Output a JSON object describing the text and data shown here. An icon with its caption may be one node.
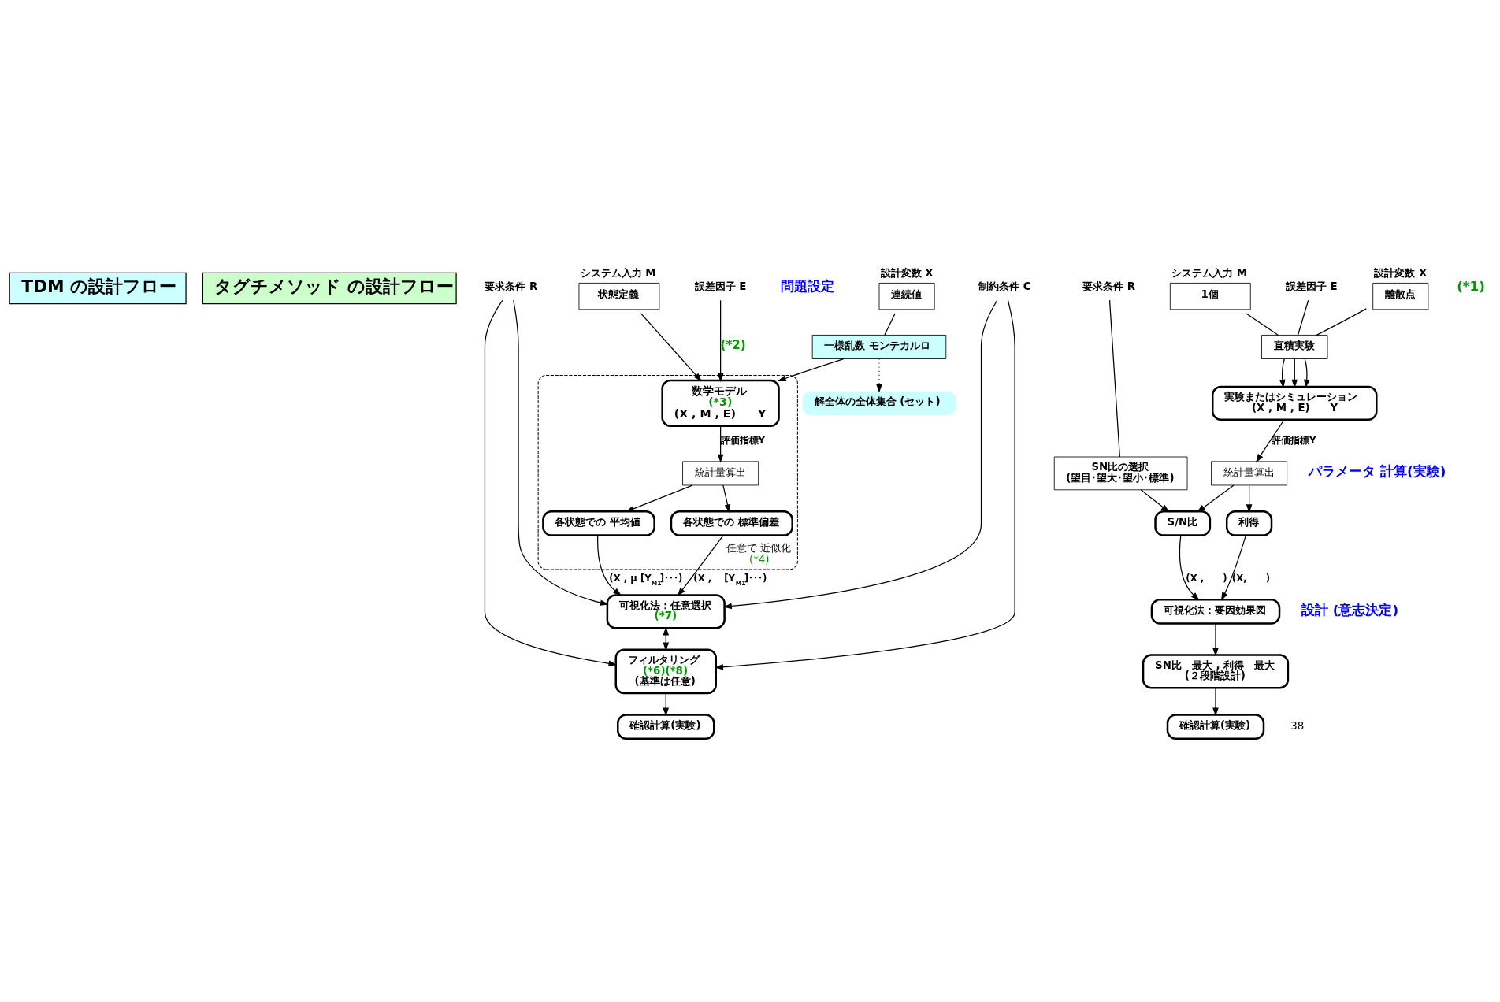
{
  "diagram": {
    "nodes": [
      {
        "text": [
          "TDM の設計フロー"
        ]
      },
      {
        "text": [
          "タグチメソッド の設計フロー"
        ]
      },
      {
        "text": [
          "設計変数 X",
          "連続値"
        ]
      },
      {
        "text": [
          "システム入力 M",
          "状態定義"
        ]
      },
      {
        "text": [
          "誤差因子 E"
        ]
      },
      {
        "text": [
          "要求条件 R"
        ]
      },
      {
        "text": [
          "制約条件 C"
        ]
      },
      {
        "text": [
          "一様乱数 モンテカルロ"
        ]
      },
      {
        "text": [
          "任意で 近似化",
          "(*4)"
        ]
      },
      {
        "text": [
          "数学モデル",
          "(*3)",
          "(X , M , E)　　Y"
        ],
        "in": 8
      },
      {
        "text": [
          "統計量算出"
        ],
        "in": 8
      },
      {
        "text": [
          "各状態での 平均値"
        ],
        "in": 8
      },
      {
        "text": [
          "各状態での 標準偏差"
        ],
        "in": 8
      },
      {
        "text": [
          "解全体の全体集合 (セット)"
        ]
      },
      {
        "text": [
          "可視化法：任意選択",
          "(*7)"
        ]
      },
      {
        "text": [
          "フィルタリング",
          "(*6)(*8)",
          "(基準は任意)"
        ]
      },
      {
        "text": [
          "確認計算(実験)"
        ]
      },
      {
        "text": [
          "設計変数 X",
          "離散点"
        ]
      },
      {
        "text": [
          "システム入力 M",
          "1個"
        ]
      },
      {
        "text": [
          "誤差因子 E"
        ]
      },
      {
        "text": [
          "要求条件 R"
        ]
      },
      {
        "text": [
          "直積実験"
        ]
      },
      {
        "text": [
          "実験またはシミュレーション",
          "(X , M , E)　　Y"
        ]
      },
      {
        "text": [
          "統計量算出"
        ]
      },
      {
        "text": [
          "利得"
        ]
      },
      {
        "text": [
          "S/N比"
        ]
      },
      {
        "text": [
          "SN比の選択",
          "(望目･望大･望小･標準)"
        ]
      },
      {
        "text": [
          "可視化法：要因効果図"
        ]
      },
      {
        "text": [
          "SN比　最大 , 利得　最大",
          "(２段階設計)"
        ]
      },
      {
        "text": [
          "確認計算(実験)"
        ]
      }
    ],
    "edges": [
      {
        "from": 2,
        "to": 7,
        "arrow": "none"
      },
      {
        "from": 7,
        "to": 9,
        "arrow": "to"
      },
      {
        "from": 3,
        "to": 9,
        "arrow": "to"
      },
      {
        "from": 4,
        "to": 9,
        "arrow": "to",
        "label": "(*2)"
      },
      {
        "from": 9,
        "to": 10,
        "arrow": "to",
        "label": "評価指標Y"
      },
      {
        "from": 10,
        "to": 11,
        "arrow": "to"
      },
      {
        "from": 10,
        "to": 12,
        "arrow": "to"
      },
      {
        "from": 7,
        "to": 13,
        "arrow": "to",
        "style": "dashed"
      },
      {
        "from": 11,
        "to": 14,
        "arrow": "to",
        "label": "(X , μ [Y$_{M1}$]･･･)"
      },
      {
        "from": 12,
        "to": 14,
        "arrow": "to",
        "label": "(X ,　 [Y$_{M1}$]･･･)"
      },
      {
        "from": 5,
        "to": 14,
        "arrow": "to"
      },
      {
        "from": 6,
        "to": 14,
        "arrow": "to"
      },
      {
        "from": 5,
        "to": 15,
        "arrow": "to"
      },
      {
        "from": 6,
        "to": 15,
        "arrow": "to"
      },
      {
        "from": 14,
        "to": 15,
        "arrow": "both"
      },
      {
        "from": 15,
        "to": 16,
        "arrow": "to"
      },
      {
        "from": 17,
        "to": 21,
        "arrow": "none"
      },
      {
        "from": 18,
        "to": 21,
        "arrow": "none"
      },
      {
        "from": 19,
        "to": 21,
        "arrow": "none"
      },
      {
        "from": 21,
        "to": 22,
        "arrow": "to"
      },
      {
        "from": 21,
        "to": 22,
        "arrow": "to"
      },
      {
        "from": 21,
        "to": 22,
        "arrow": "to"
      },
      {
        "from": 22,
        "to": 23,
        "arrow": "to",
        "label": "評価指標Y"
      },
      {
        "from": 23,
        "to": 24,
        "arrow": "to"
      },
      {
        "from": 23,
        "to": 25,
        "arrow": "to"
      },
      {
        "from": 20,
        "to": 26,
        "arrow": "none"
      },
      {
        "from": 26,
        "to": 25,
        "arrow": "to"
      },
      {
        "from": 24,
        "to": 27,
        "arrow": "to",
        "label": "(X,　　)"
      },
      {
        "from": 25,
        "to": 27,
        "arrow": "to",
        "label": "(X ,　　)"
      },
      {
        "from": 27,
        "to": 28,
        "arrow": "to"
      },
      {
        "from": 28,
        "to": 29,
        "arrow": "to"
      }
    ],
    "labels": [
      "(*1)",
      "問題設定",
      "パラメータ 計算(実験)",
      "設計 (意志決定)",
      "38"
    ]
  }
}
